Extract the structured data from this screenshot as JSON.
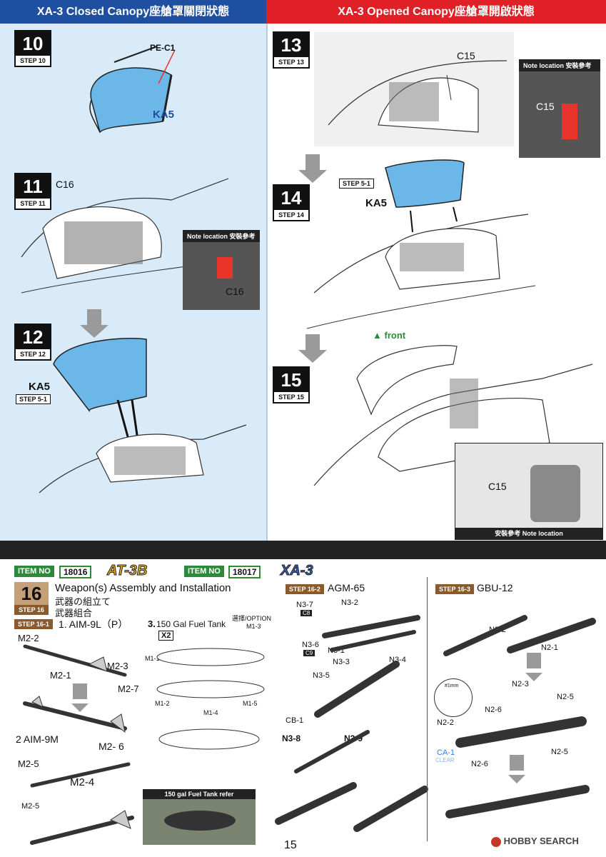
{
  "header": {
    "left_title": "XA-3 Closed Canopy座艙罩關閉狀態",
    "right_title": "XA-3 Opened Canopy座艙罩開啟狀態",
    "left_color": "#1f4fa0",
    "right_color": "#e01f26"
  },
  "steps": {
    "s10": {
      "num": "10",
      "label": "STEP 10",
      "parts": [
        "PE-C1",
        "KA5"
      ]
    },
    "s11": {
      "num": "11",
      "label": "STEP 11",
      "parts": [
        "C16"
      ],
      "note": "Note location 安裝參考",
      "note_part": "C16"
    },
    "s12": {
      "num": "12",
      "label": "STEP 12",
      "part": "KA5",
      "ref": "STEP 5-1"
    },
    "s13": {
      "num": "13",
      "label": "STEP 13",
      "parts": [
        "C15"
      ],
      "note": "Note location 安裝參考",
      "note_part": "C15"
    },
    "s14": {
      "num": "14",
      "label": "STEP 14",
      "part": "KA5",
      "ref": "STEP 5-1"
    },
    "s15": {
      "num": "15",
      "label": "STEP 15",
      "front": "front",
      "part": "C15",
      "note": "安裝參考 Note location"
    }
  },
  "items": {
    "item_no_label": "ITEM NO",
    "item1_no": "18016",
    "item1_name": "AT-3B",
    "item2_no": "18017",
    "item2_name": "XA-3"
  },
  "step16": {
    "num": "16",
    "label": "STEP 16",
    "title_en": "Weapon(s) Assembly and Installation",
    "title_jp": "武器の組立て",
    "title_zh": "武器組合",
    "sub1": {
      "tag": "STEP 16-1",
      "title": "1. AIM-9L（P）",
      "parts": [
        "M2-2",
        "M2-1",
        "M2-3",
        "M2-7"
      ]
    },
    "aim9m": {
      "title": "2  AIM-9M",
      "parts": [
        "M2- 6",
        "M2-5",
        "M2-4",
        "M2-5"
      ]
    },
    "tank": {
      "title_num": "3.",
      "title": "150 Gal Fuel Tank",
      "x2": "X2",
      "option": "選擇/OPTION",
      "parts": [
        "M1-3",
        "M1-1",
        "M1-2",
        "M1-4",
        "M1-5"
      ],
      "photo_caption": "150 gal Fuel Tank refer"
    },
    "sub2": {
      "tag": "STEP 16-2",
      "title": "AGM-65",
      "parts": [
        "N3-7",
        "C8",
        "N3-2",
        "N3-6",
        "C9",
        "N3-1",
        "N3-3",
        "N3-4",
        "N3-5",
        "CB-1",
        "N3-8",
        "N3-9"
      ]
    },
    "sub3": {
      "tag": "STEP 16-3",
      "title": "GBU-12",
      "parts": [
        "N2-2",
        "N2-1",
        "N2-3",
        "N2-5",
        "N2-6",
        "N2-2",
        "N2-5",
        "CA-1",
        "CLEAR",
        "N2-6"
      ],
      "scale": "#1mm"
    }
  },
  "footer": {
    "page_number": "15",
    "watermark": "HOBBY SEARCH"
  },
  "colors": {
    "panel_blue": "#d9ebf8",
    "canopy_blue": "#4aa6e0",
    "red_part": "#e8342a",
    "step16_brown": "#8a5a2b",
    "item_green": "#2d8a3a"
  }
}
